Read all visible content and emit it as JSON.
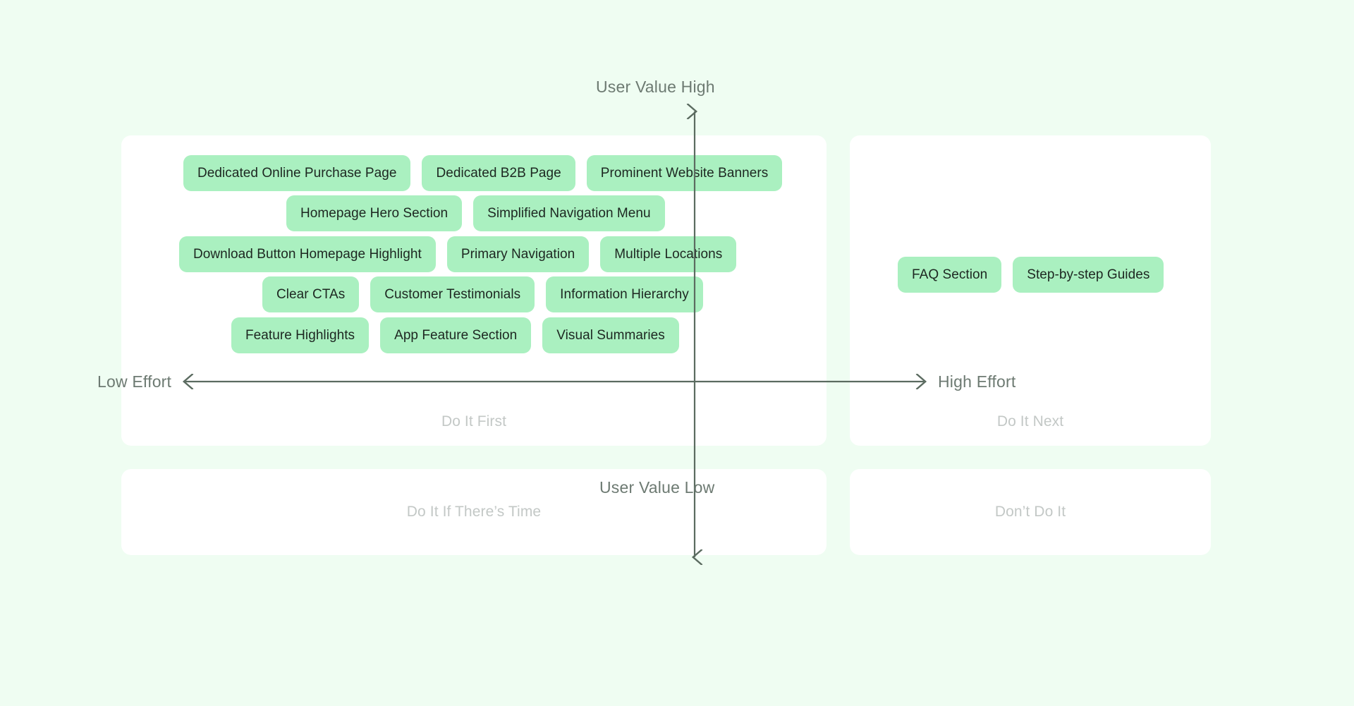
{
  "chart_data": {
    "type": "scatter",
    "title": "Effort vs User Value Prioritization Matrix",
    "xlabel": "Effort",
    "ylabel": "User Value",
    "axes": {
      "y_top_label": "User Value High",
      "y_bottom_label": "User Value Low",
      "x_left_label": "Low Effort",
      "x_right_label": "High Effort"
    },
    "quadrants": [
      {
        "id": "do-it-first",
        "label": "Do It First",
        "position": "top-left",
        "effort": "low",
        "user_value": "high",
        "items": [
          "Dedicated Online Purchase Page",
          "Dedicated B2B Page",
          "Prominent Website Banners",
          "Homepage Hero Section",
          "Simplified Navigation Menu",
          "Download Button Homepage Highlight",
          "Primary Navigation",
          "Multiple Locations",
          "Clear CTAs",
          "Customer Testimonials",
          "Information Hierarchy",
          "Feature Highlights",
          "App Feature Section",
          "Visual Summaries"
        ],
        "item_count": 14
      },
      {
        "id": "do-it-next",
        "label": "Do It Next",
        "position": "top-right",
        "effort": "high",
        "user_value": "high",
        "items": [
          "FAQ Section",
          "Step-by-step Guides"
        ],
        "item_count": 2
      },
      {
        "id": "do-it-if-theres-time",
        "label": "Do It If There’s Time",
        "position": "bottom-left",
        "effort": "low",
        "user_value": "low",
        "items": [],
        "item_count": 0
      },
      {
        "id": "dont-do-it",
        "label": "Don’t Do It",
        "position": "bottom-right",
        "effort": "high",
        "user_value": "low",
        "items": [],
        "item_count": 0
      }
    ]
  },
  "matrix": {
    "quadrants": {
      "do_it_first": {
        "label": "Do It First",
        "rows": [
          [
            "Dedicated Online Purchase Page",
            "Dedicated B2B Page",
            "Prominent Website Banners"
          ],
          [
            "Homepage Hero Section",
            "Simplified Navigation Menu"
          ],
          [
            "Download Button Homepage Highlight",
            "Primary Navigation",
            "Multiple Locations"
          ],
          [
            "Clear CTAs",
            "Customer Testimonials",
            "Information Hierarchy"
          ],
          [
            "Feature Highlights",
            "App Feature Section",
            "Visual Summaries"
          ]
        ]
      },
      "do_it_next": {
        "label": "Do It Next",
        "rows": [
          [
            "FAQ Section",
            "Step-by-step Guides"
          ]
        ]
      },
      "do_it_if_theres_time": {
        "label": "Do It If There’s Time",
        "rows": []
      },
      "dont_do_it": {
        "label": "Don’t Do It",
        "rows": []
      }
    },
    "axis": {
      "value_high": "User Value High",
      "value_low": "User Value Low",
      "effort_low": "Low Effort",
      "effort_high": "High Effort"
    }
  },
  "colors": {
    "background": "#effdf2",
    "card": "#ffffff",
    "chip_bg": "#aaf0c0",
    "chip_text": "#1d2721",
    "axis_line": "#5b6b60",
    "axis_label": "#6d7a72",
    "quadrant_label": "#c3c8c6"
  }
}
